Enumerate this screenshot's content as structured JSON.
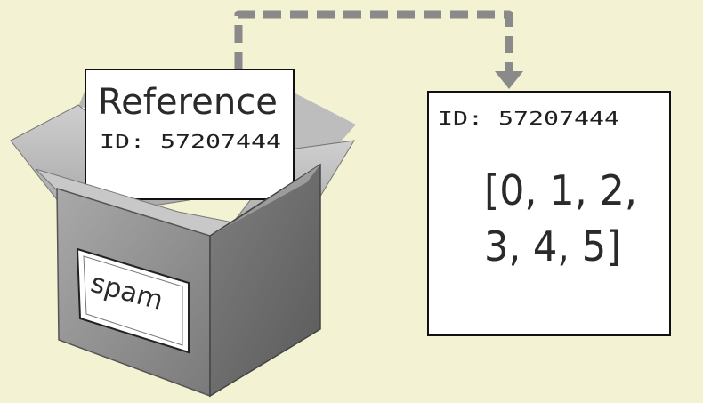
{
  "reference_card": {
    "title": "Reference",
    "id_text": "ID: 57207444"
  },
  "box": {
    "label": "spam"
  },
  "object_card": {
    "id_text": "ID: 57207444",
    "value_line1": "[0, 1, 2,",
    "value_line2": "3, 4, 5]"
  },
  "colors": {
    "background": "#f3f3d4",
    "box_front": "#8d8d8d",
    "box_side": "#6f6f6f",
    "arrow": "#8a8a8a"
  },
  "icons": {
    "box": "open-cardboard-box-icon",
    "arrow": "dashed-arrow-icon"
  }
}
